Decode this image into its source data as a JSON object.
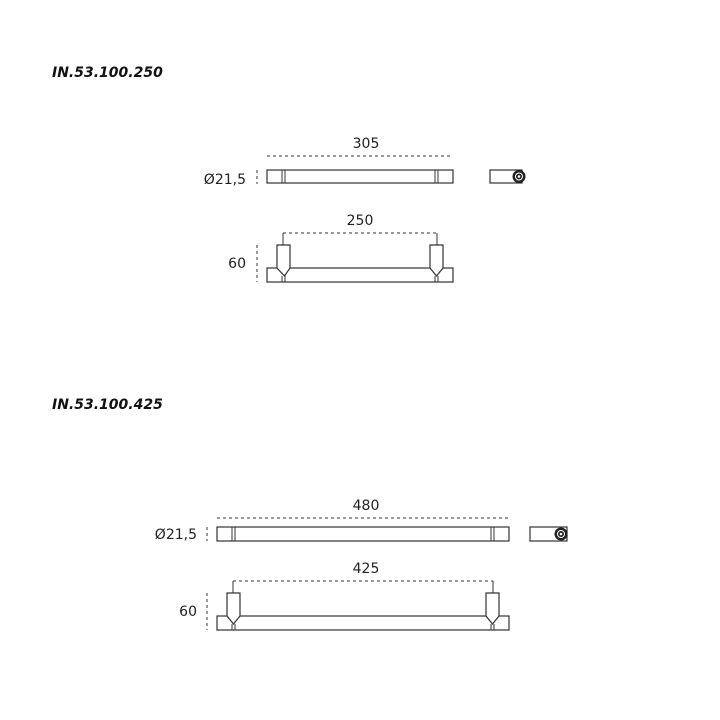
{
  "products": [
    {
      "code": "IN.53.100.250",
      "length": "305",
      "diameter": "Ø21,5",
      "center_distance": "250",
      "height": "60"
    },
    {
      "code": "IN.53.100.425",
      "length": "480",
      "diameter": "Ø21,5",
      "center_distance": "425",
      "height": "60"
    }
  ]
}
